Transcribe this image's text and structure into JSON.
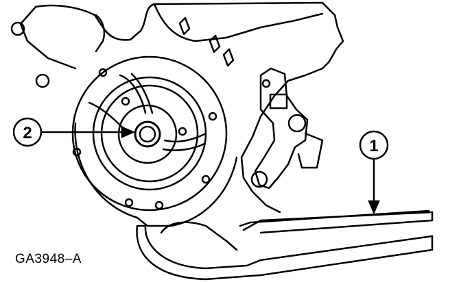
{
  "callouts": {
    "one": "1",
    "two": "2"
  },
  "figure_id": "GA3948–A",
  "colors": {
    "ink": "#000000",
    "paper": "#ffffff"
  }
}
